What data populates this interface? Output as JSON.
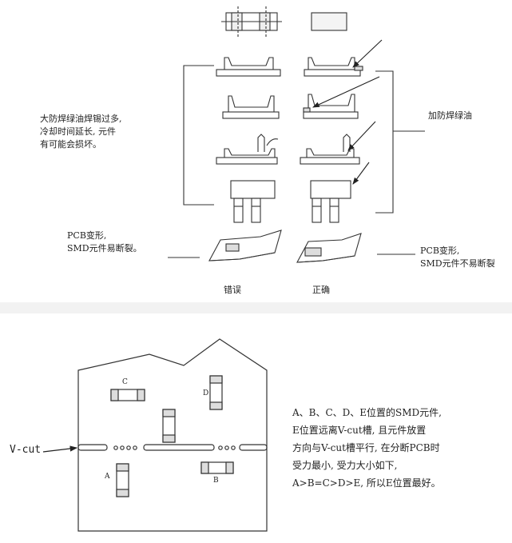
{
  "top": {
    "left_note": [
      "大防焊绿油焊锡过多,",
      "冷却时间延长, 元件",
      "有可能会损坏。"
    ],
    "right_note": "加防焊绿油",
    "pcb_left": [
      "PCB变形,",
      "SMD元件易断裂。"
    ],
    "pcb_right": [
      "PCB变形,",
      "SMD元件不易断裂"
    ],
    "wrong": "错误",
    "right": "正确"
  },
  "bottom": {
    "vcut": "V-cut",
    "labels": {
      "a": "A",
      "b": "B",
      "c": "C",
      "d": "D"
    },
    "description": [
      "A、B、C、D、E位置的SMD元件,",
      "E位置远离V-cut槽, 且元件放置",
      "方向与V-cut槽平行, 在分断PCB时",
      "受力最小, 受力大小如下,",
      "A>B=C>D>E, 所以E位置最好。"
    ]
  }
}
